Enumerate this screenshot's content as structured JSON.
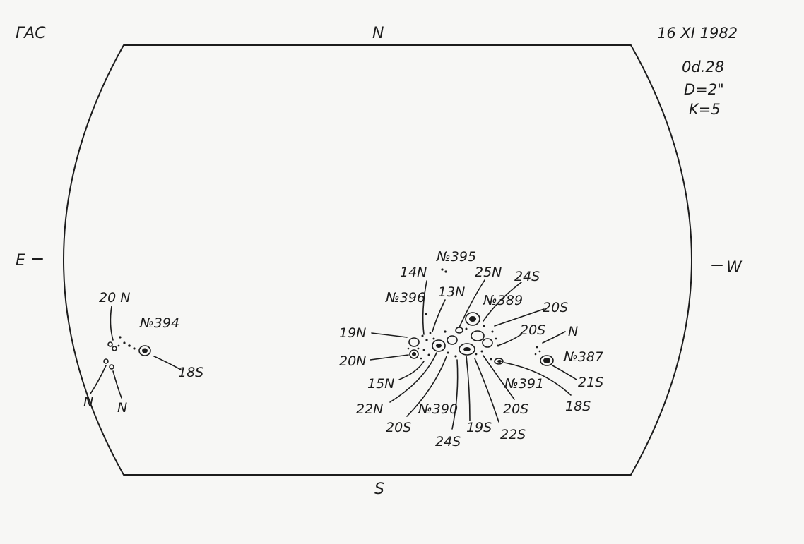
{
  "header": {
    "observatory": "ГАС",
    "north": "N",
    "south": "S",
    "east": "E",
    "west": "W"
  },
  "observation": {
    "date": "16 XI 1982",
    "time": "0d.28",
    "diameter": "D=2\"",
    "quality": "K=5"
  },
  "labels": {
    "l_20n_a": "20 N",
    "l_394": "№394",
    "l_18s_a": "18S",
    "l_n_a": "N",
    "l_n_b": "N",
    "l_395": "№395",
    "l_14n": "14N",
    "l_25n": "25N",
    "l_24s_a": "24S",
    "l_396": "№396",
    "l_13n": "13N",
    "l_389": "№389",
    "l_20s_a": "20S",
    "l_19n": "19N",
    "l_20s_b": "20S",
    "l_n_c": "N",
    "l_20n_b": "20N",
    "l_387": "№387",
    "l_15n": "15N",
    "l_391": "№391",
    "l_21s": "21S",
    "l_22n": "22N",
    "l_390": "№390",
    "l_20s_c": "20S",
    "l_18s_b": "18S",
    "l_20s_d": "20S",
    "l_24s_b": "24S",
    "l_19s": "19S",
    "l_22s": "22S"
  }
}
